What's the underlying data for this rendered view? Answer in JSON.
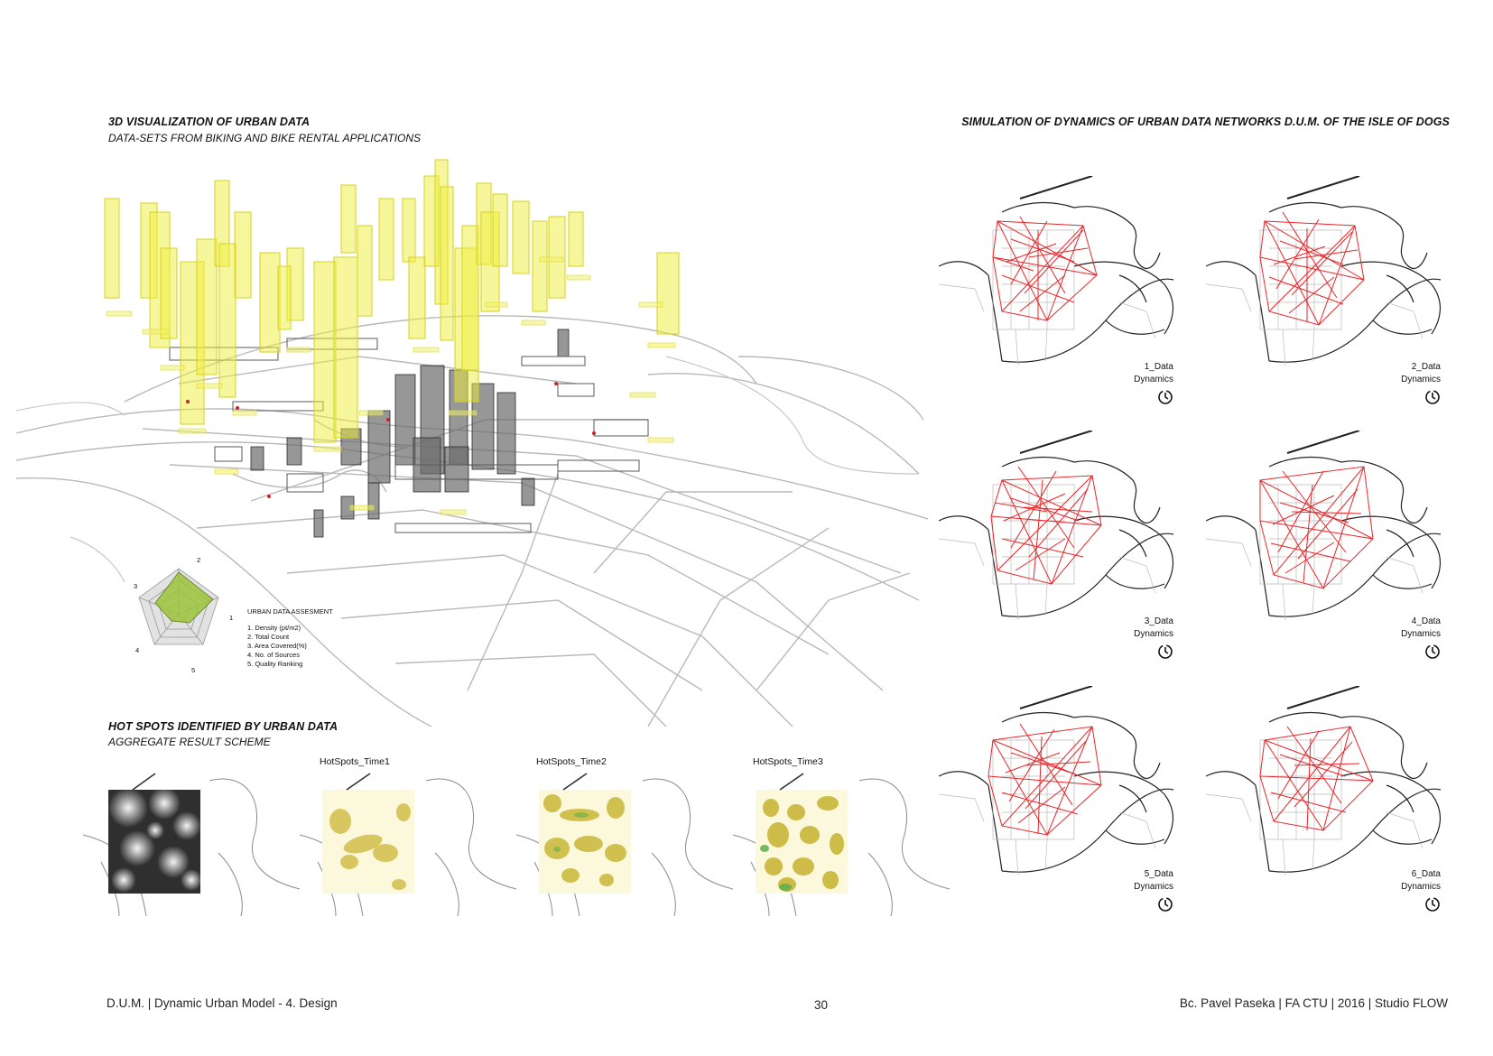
{
  "left_section": {
    "title": "3D VISUALIZATION OF URBAN DATA",
    "subtitle": "DATA-SETS FROM BIKING AND BIKE RENTAL APPLICATIONS"
  },
  "right_section": {
    "title": "SIMULATION OF DYNAMICS OF URBAN DATA NETWORKS  D.U.M. OF THE ISLE OF DOGS"
  },
  "assessment": {
    "title": "URBAN DATA ASSESMENT",
    "items": [
      "1.  Density (pt/m2)",
      "2.  Total Count",
      "3.  Area Covered(%)",
      "4.  No. of Sources",
      "5.  Quality Ranking"
    ],
    "axis_labels": [
      "1",
      "2",
      "3",
      "4",
      "5"
    ]
  },
  "hotspots": {
    "title": "HOT SPOTS IDENTIFIED BY URBAN DATA",
    "subtitle": "AGGREGATE RESULT SCHEME",
    "panels": [
      "",
      "HotSpots_Time1",
      "HotSpots_Time2",
      "HotSpots_Time3"
    ]
  },
  "networks": {
    "panels": [
      {
        "line1": "1_Data",
        "line2": "Dynamics"
      },
      {
        "line1": "2_Data",
        "line2": "Dynamics"
      },
      {
        "line1": "3_Data",
        "line2": "Dynamics"
      },
      {
        "line1": "4_Data",
        "line2": "Dynamics"
      },
      {
        "line1": "5_Data",
        "line2": "Dynamics"
      },
      {
        "line1": "6_Data",
        "line2": "Dynamics"
      }
    ],
    "icon": "clock-icon"
  },
  "footer": {
    "left": "D.U.M. | Dynamic Urban Model - 4. Design",
    "center": "30",
    "right": "Bc. Pavel Paseka | FA CTU | 2016 | Studio FLOW"
  },
  "colors": {
    "accent_yellow": "#e8e63a",
    "network_red": "#e8262a",
    "map_gray": "#9a9a9a",
    "radar_green": "#9cc43a"
  }
}
